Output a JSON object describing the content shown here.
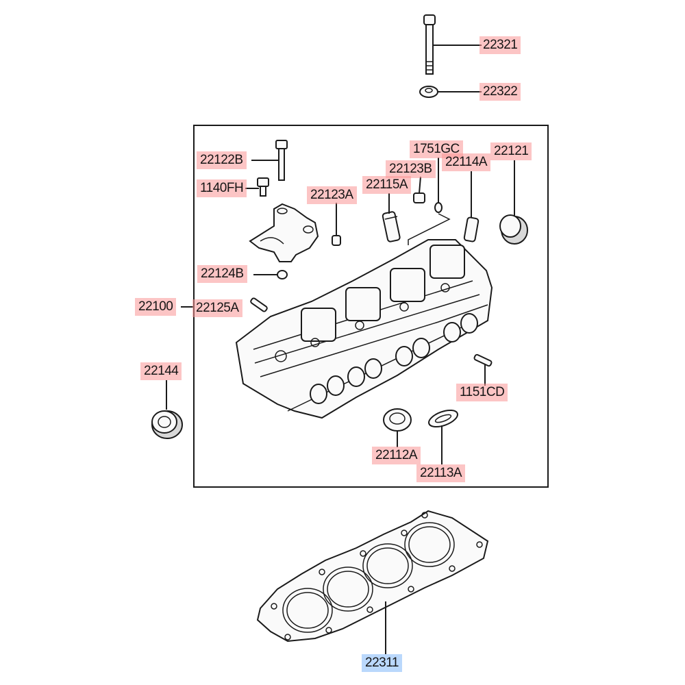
{
  "colors": {
    "highlight_red": "#fa9696",
    "highlight_blue": "#8cbefa",
    "line": "#1a1a1a"
  },
  "labels": {
    "p22321": "22321",
    "p22322": "22322",
    "p22122B": "22122B",
    "p1140FH": "1140FH",
    "p1751GC": "1751GC",
    "p22121": "22121",
    "p22123B": "22123B",
    "p22114A": "22114A",
    "p22115A": "22115A",
    "p22123A": "22123A",
    "p22124B": "22124B",
    "p22100": "22100",
    "p22125A": "22125A",
    "p22144": "22144",
    "p1151CD": "1151CD",
    "p22112A": "22112A",
    "p22113A": "22113A",
    "p22311": "22311"
  }
}
